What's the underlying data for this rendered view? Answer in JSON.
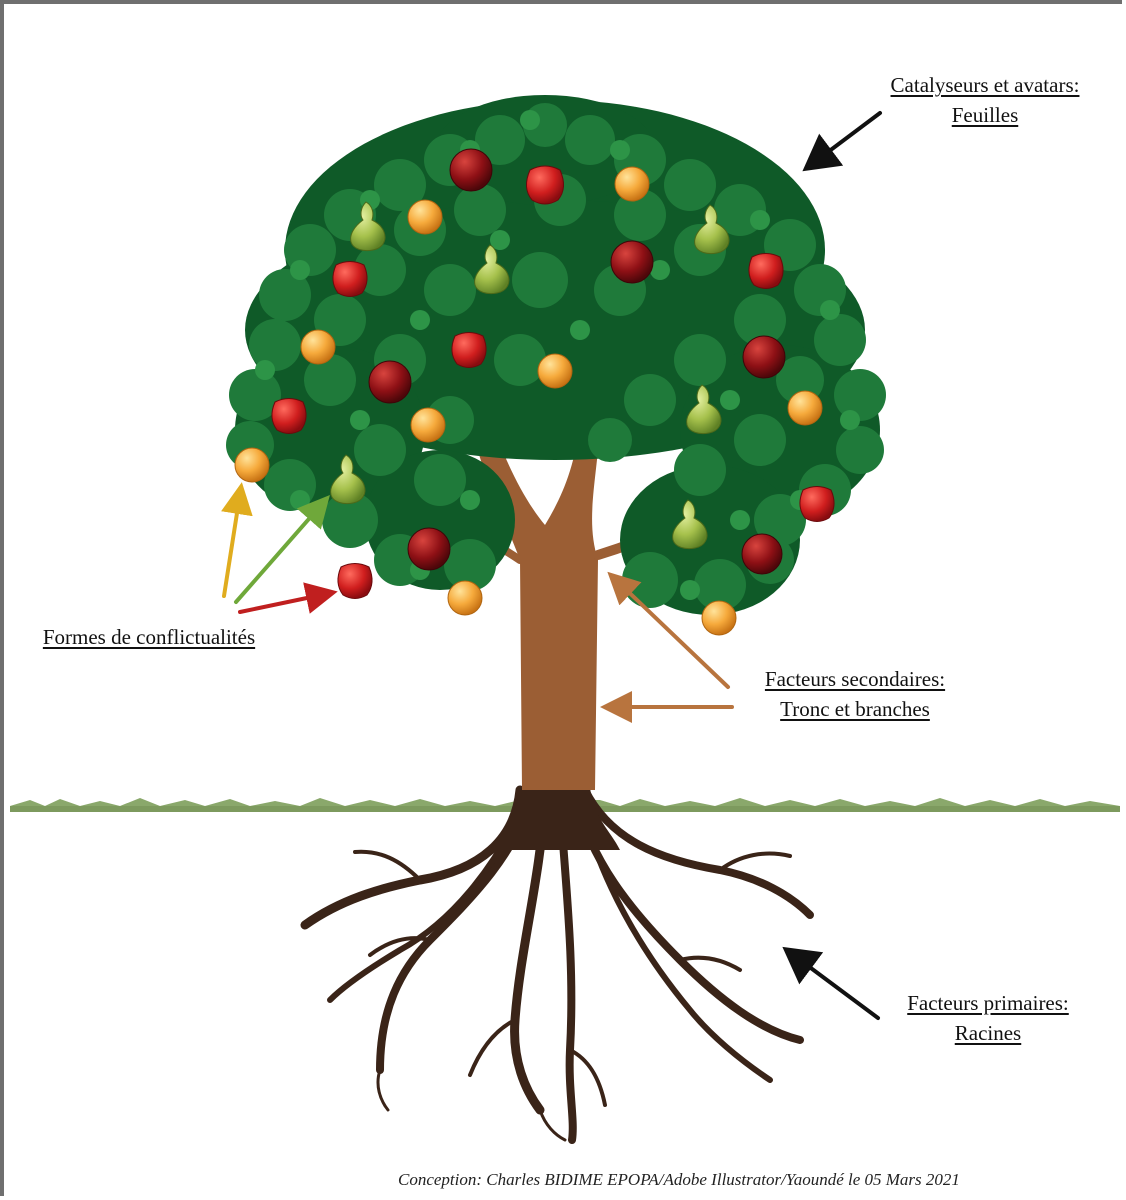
{
  "labels": {
    "leaves": {
      "line1": "Catalyseurs et avatars:",
      "line2": "Feuilles"
    },
    "fruits": {
      "line1": "Formes de conflictualités"
    },
    "secondary": {
      "line1": "Facteurs secondaires:",
      "line2": "Tronc et branches"
    },
    "primary": {
      "line1": "Facteurs primaires:",
      "line2": "Racines"
    }
  },
  "credit": "Conception:  Charles BIDIME EPOPA/Adobe Illustrator/Yaoundé le 05 Mars 2021",
  "colors": {
    "foliage": "#1f7a3a",
    "foliage_dark": "#0f5a28",
    "trunk": "#9b5e34",
    "roots": "#3a2418",
    "grass": "#7d9a5e",
    "apple": "#c81e1e",
    "dark_apple": "#8a0f14",
    "orange": "#f2a23a",
    "pear": "#9bbb45",
    "arrow_black": "#111111",
    "arrow_yellow": "#e0ac1e",
    "arrow_green": "#6fa83a",
    "arrow_red": "#c01f1f",
    "arrow_brown": "#b8743e"
  }
}
